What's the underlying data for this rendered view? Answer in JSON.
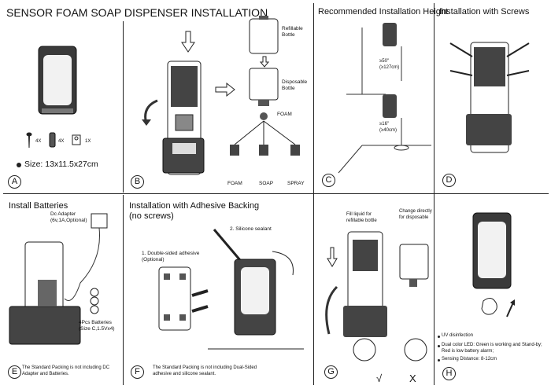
{
  "title": "SENSOR FOAM SOAP DISPENSER INSTALLATION",
  "panels": {
    "A": {
      "label": "A",
      "qty": [
        "4X",
        "4X",
        "1X"
      ],
      "size_text": "Size: 13x11.5x27cm"
    },
    "B": {
      "label": "B",
      "refillable": "Refillable\nBottle",
      "disposable": "Disposable\nBottle",
      "foam": "FOAM",
      "outputs": [
        "FOAM",
        "SOAP",
        "SPRAY"
      ]
    },
    "C": {
      "label": "C",
      "title": "Recommended Installation Height",
      "height1": "≥50\"\n(≥127cm)",
      "height2": "≥16\"\n(≥40cm)"
    },
    "D": {
      "label": "D",
      "title": "Installation with Screws"
    },
    "E": {
      "label": "E",
      "title": "Install Batteries",
      "adapter": "Dc Adapter\n(6v,1A,Optional)",
      "batteries": "4Pcs Batteries\n(Size C,1.5Vx4)",
      "note": "The Standard Packing is not including DC\nAdapter and Batteries."
    },
    "F": {
      "label": "F",
      "title": "Installation with Adhesive Backing\n(no screws)",
      "sealant": "2. Silicone sealant",
      "adhesive": "1. Double-sided adhesive\n(Optional)",
      "note": "The Standard Packing is not including Dual-Sided\nadhesive and silicone sealant."
    },
    "G": {
      "label": "G",
      "fill": "Fill liquid for\nrefillable bottle",
      "change": "Change directly\nfor disposable",
      "check": "√",
      "cross": "X"
    },
    "H": {
      "label": "H",
      "features": [
        "UV disinfection",
        "Dual color LED: Green is working and Stand-by;\nRed is low battery alarm;",
        "Sensing Distance: 8-12cm"
      ]
    }
  }
}
